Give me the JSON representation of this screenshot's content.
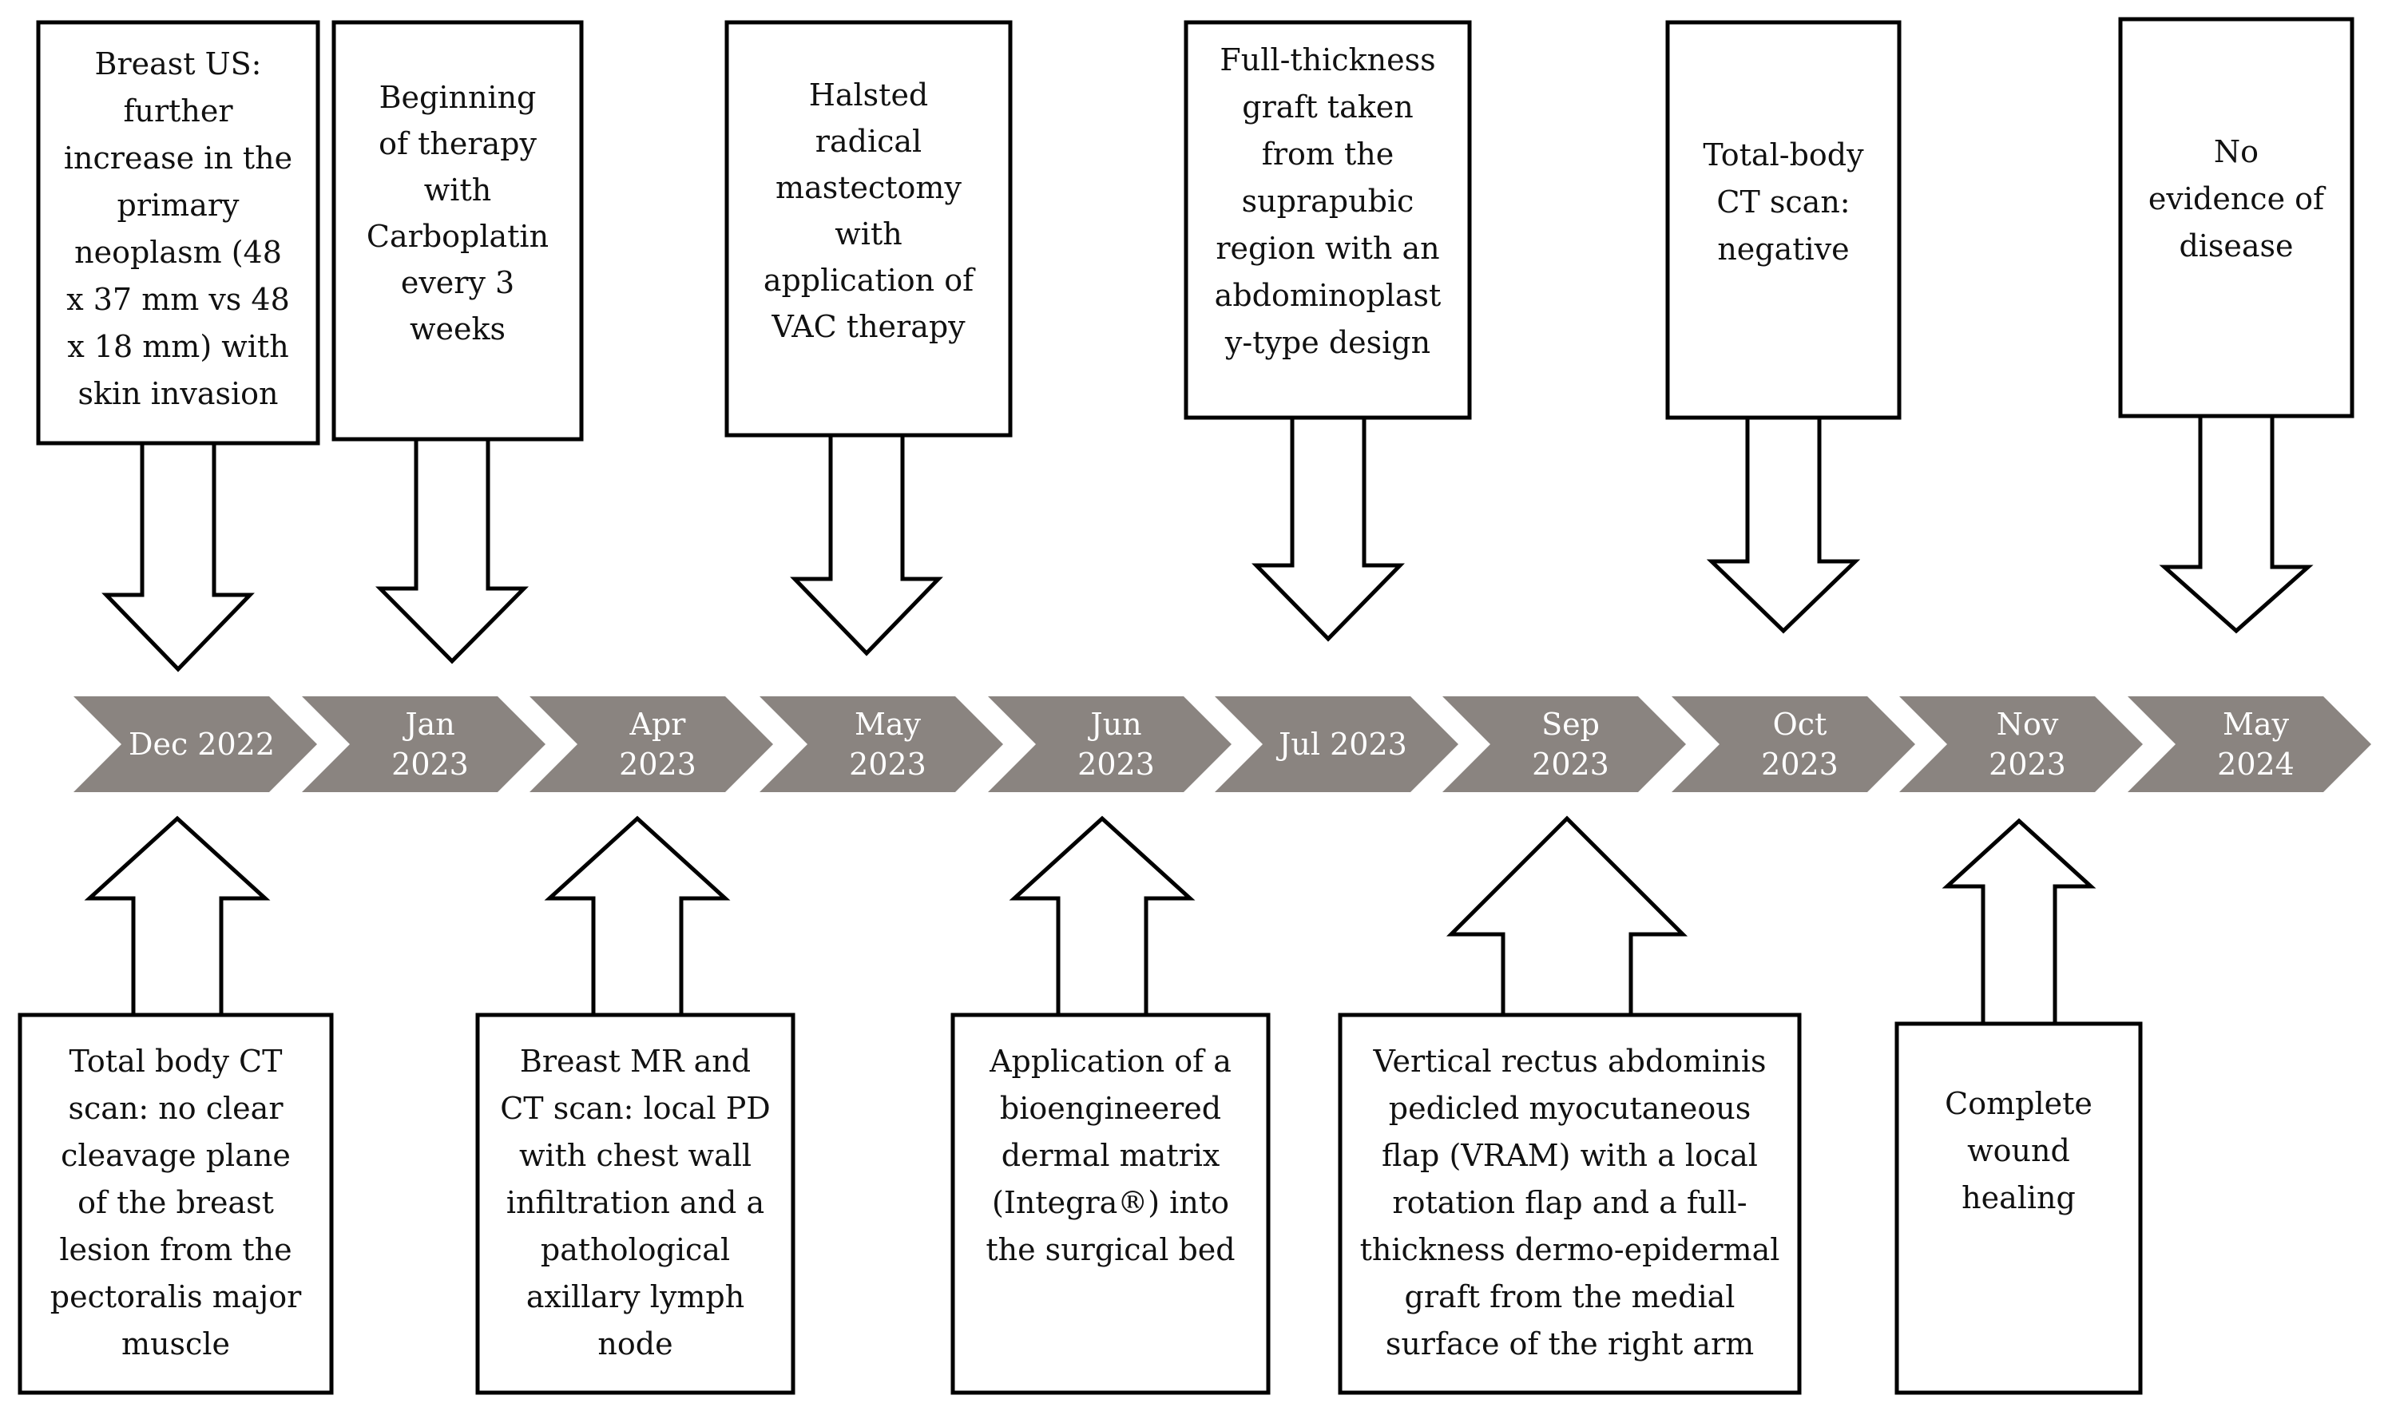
{
  "timeline": {
    "color": "#8a8480",
    "periods": [
      {
        "lines": [
          "Dec 2022"
        ]
      },
      {
        "lines": [
          "Jan",
          "2023"
        ]
      },
      {
        "lines": [
          "Apr",
          "2023"
        ]
      },
      {
        "lines": [
          "May",
          "2023"
        ]
      },
      {
        "lines": [
          "Jun",
          "2023"
        ]
      },
      {
        "lines": [
          "Jul   2023"
        ]
      },
      {
        "lines": [
          "Sep",
          "2023"
        ]
      },
      {
        "lines": [
          "Oct",
          "2023"
        ]
      },
      {
        "lines": [
          "Nov",
          "2023"
        ]
      },
      {
        "lines": [
          "May",
          "2024"
        ]
      }
    ]
  },
  "top_events": [
    {
      "period": "Dec 2022",
      "lines": [
        "Breast US:",
        "further",
        "increase in the",
        "primary",
        "neoplasm (48",
        "x 37 mm vs 48",
        "x 18 mm) with",
        "skin invasion"
      ]
    },
    {
      "period": "Jan 2023",
      "lines": [
        "Beginning",
        "of therapy",
        "with",
        "Carboplatin",
        "every 3",
        "weeks"
      ]
    },
    {
      "period": "May 2023",
      "lines": [
        "Halsted",
        "radical",
        "mastectomy",
        "with",
        "application of",
        "VAC therapy"
      ]
    },
    {
      "period": "Jul 2023",
      "lines": [
        "Full-thickness",
        "graft taken",
        "from the",
        "suprapubic",
        "region with an",
        "abdominoplast",
        "y-type design"
      ]
    },
    {
      "period": "Oct 2023",
      "lines": [
        "Total-body",
        "CT scan:",
        "negative"
      ]
    },
    {
      "period": "May 2024",
      "lines": [
        "No",
        "evidence of",
        "disease"
      ]
    }
  ],
  "bottom_events": [
    {
      "period": "Dec 2022",
      "lines": [
        "Total body CT",
        "scan: no clear",
        "cleavage plane",
        "of the breast",
        "lesion from the",
        "pectoralis major",
        "muscle"
      ]
    },
    {
      "period": "Apr 2023",
      "lines": [
        "Breast MR and",
        "CT scan: local PD",
        "with chest wall",
        "infiltration and a",
        "pathological",
        "axillary lymph",
        "node"
      ]
    },
    {
      "period": "Jun 2023",
      "lines": [
        "Application of a",
        "bioengineered",
        "dermal matrix",
        "(Integra®) into",
        "the surgical bed"
      ]
    },
    {
      "period": "Sep 2023",
      "lines": [
        "Vertical rectus abdominis",
        "pedicled myocutaneous",
        "flap (VRAM) with a local",
        "rotation flap and a full-",
        "thickness dermo-epidermal",
        "graft from the medial",
        "surface of the right arm"
      ]
    },
    {
      "period": "Nov 2023",
      "lines": [
        "Complete",
        "wound",
        "healing"
      ]
    }
  ]
}
